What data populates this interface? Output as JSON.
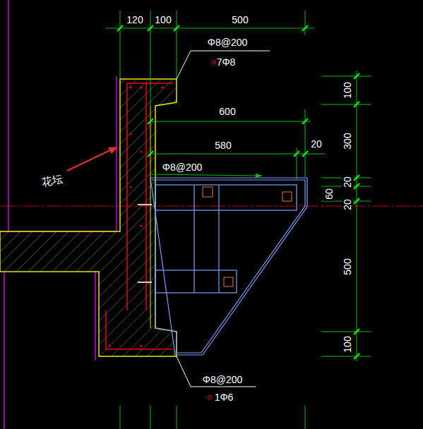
{
  "diagram": {
    "labels": [
      "120",
      "100",
      "500",
      "Φ8@200",
      "7Φ8",
      "600",
      "580",
      "20",
      "Φ8@200",
      "100",
      "300",
      "20",
      "60",
      "20",
      "500",
      "100",
      "Φ8@200",
      "1Φ6",
      "花坛"
    ]
  }
}
